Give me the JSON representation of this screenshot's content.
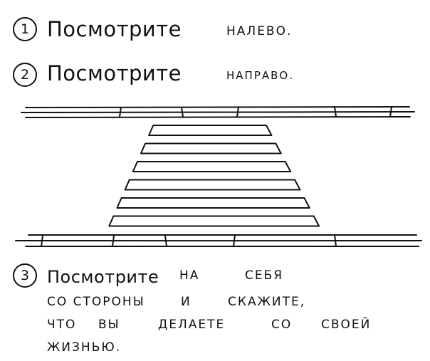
{
  "steps": [
    {
      "number": "1",
      "text": "Посмотрите",
      "target": "НАЛЕВО."
    },
    {
      "number": "2",
      "text": "Посмотрите",
      "target": "НАПРАВО."
    },
    {
      "number": "3",
      "lines": [
        [
          "Посмотрите",
          "НА",
          "СЕБЯ"
        ],
        [
          "СО СТОРОНЫ",
          "И",
          "СКАЖИТЕ,"
        ],
        [
          "ЧТО",
          "ВЫ",
          "ДЕЛАЕТЕ",
          "СО",
          "СВОЕЙ"
        ],
        [
          "ЖИЗНЬЮ."
        ]
      ]
    }
  ],
  "crosswalk": {
    "stripe_count": 6
  }
}
